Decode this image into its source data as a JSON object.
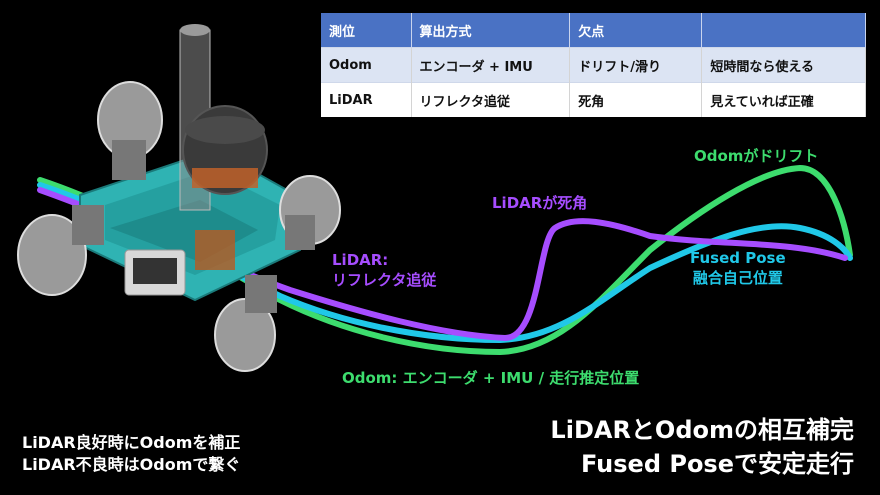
{
  "table": {
    "headers": [
      "測位",
      "算出方式",
      "欠点",
      ""
    ],
    "rows": [
      [
        "Odom",
        "エンコーダ + IMU",
        "ドリフト/滑り",
        "短時間なら使える"
      ],
      [
        "LiDAR",
        "リフレクタ追従",
        "死角",
        "見えていれば正確"
      ]
    ]
  },
  "labels": {
    "odom_drift": "Odomがドリフト",
    "lidar_blind": "LiDARが死角",
    "lidar_track_1": "LiDAR:",
    "lidar_track_2": "リフレクタ追従",
    "fused_1": "Fused Pose",
    "fused_2": "融合自己位置",
    "odom_line": "Odom: エンコーダ + IMU / 走行推定位置"
  },
  "footer": {
    "left_1": "LiDAR良好時にOdomを補正",
    "left_2": "LiDAR不良時はOdomで繋ぐ",
    "right_1": "LiDARとOdomの相互補完",
    "right_2": "Fused Poseで安定走行"
  },
  "colors": {
    "odom": "#3ddc6e",
    "lidar": "#a64dff",
    "fused": "#20c8e8",
    "table_header": "#4a72c4",
    "robot_frame": "#2fb3b3"
  }
}
